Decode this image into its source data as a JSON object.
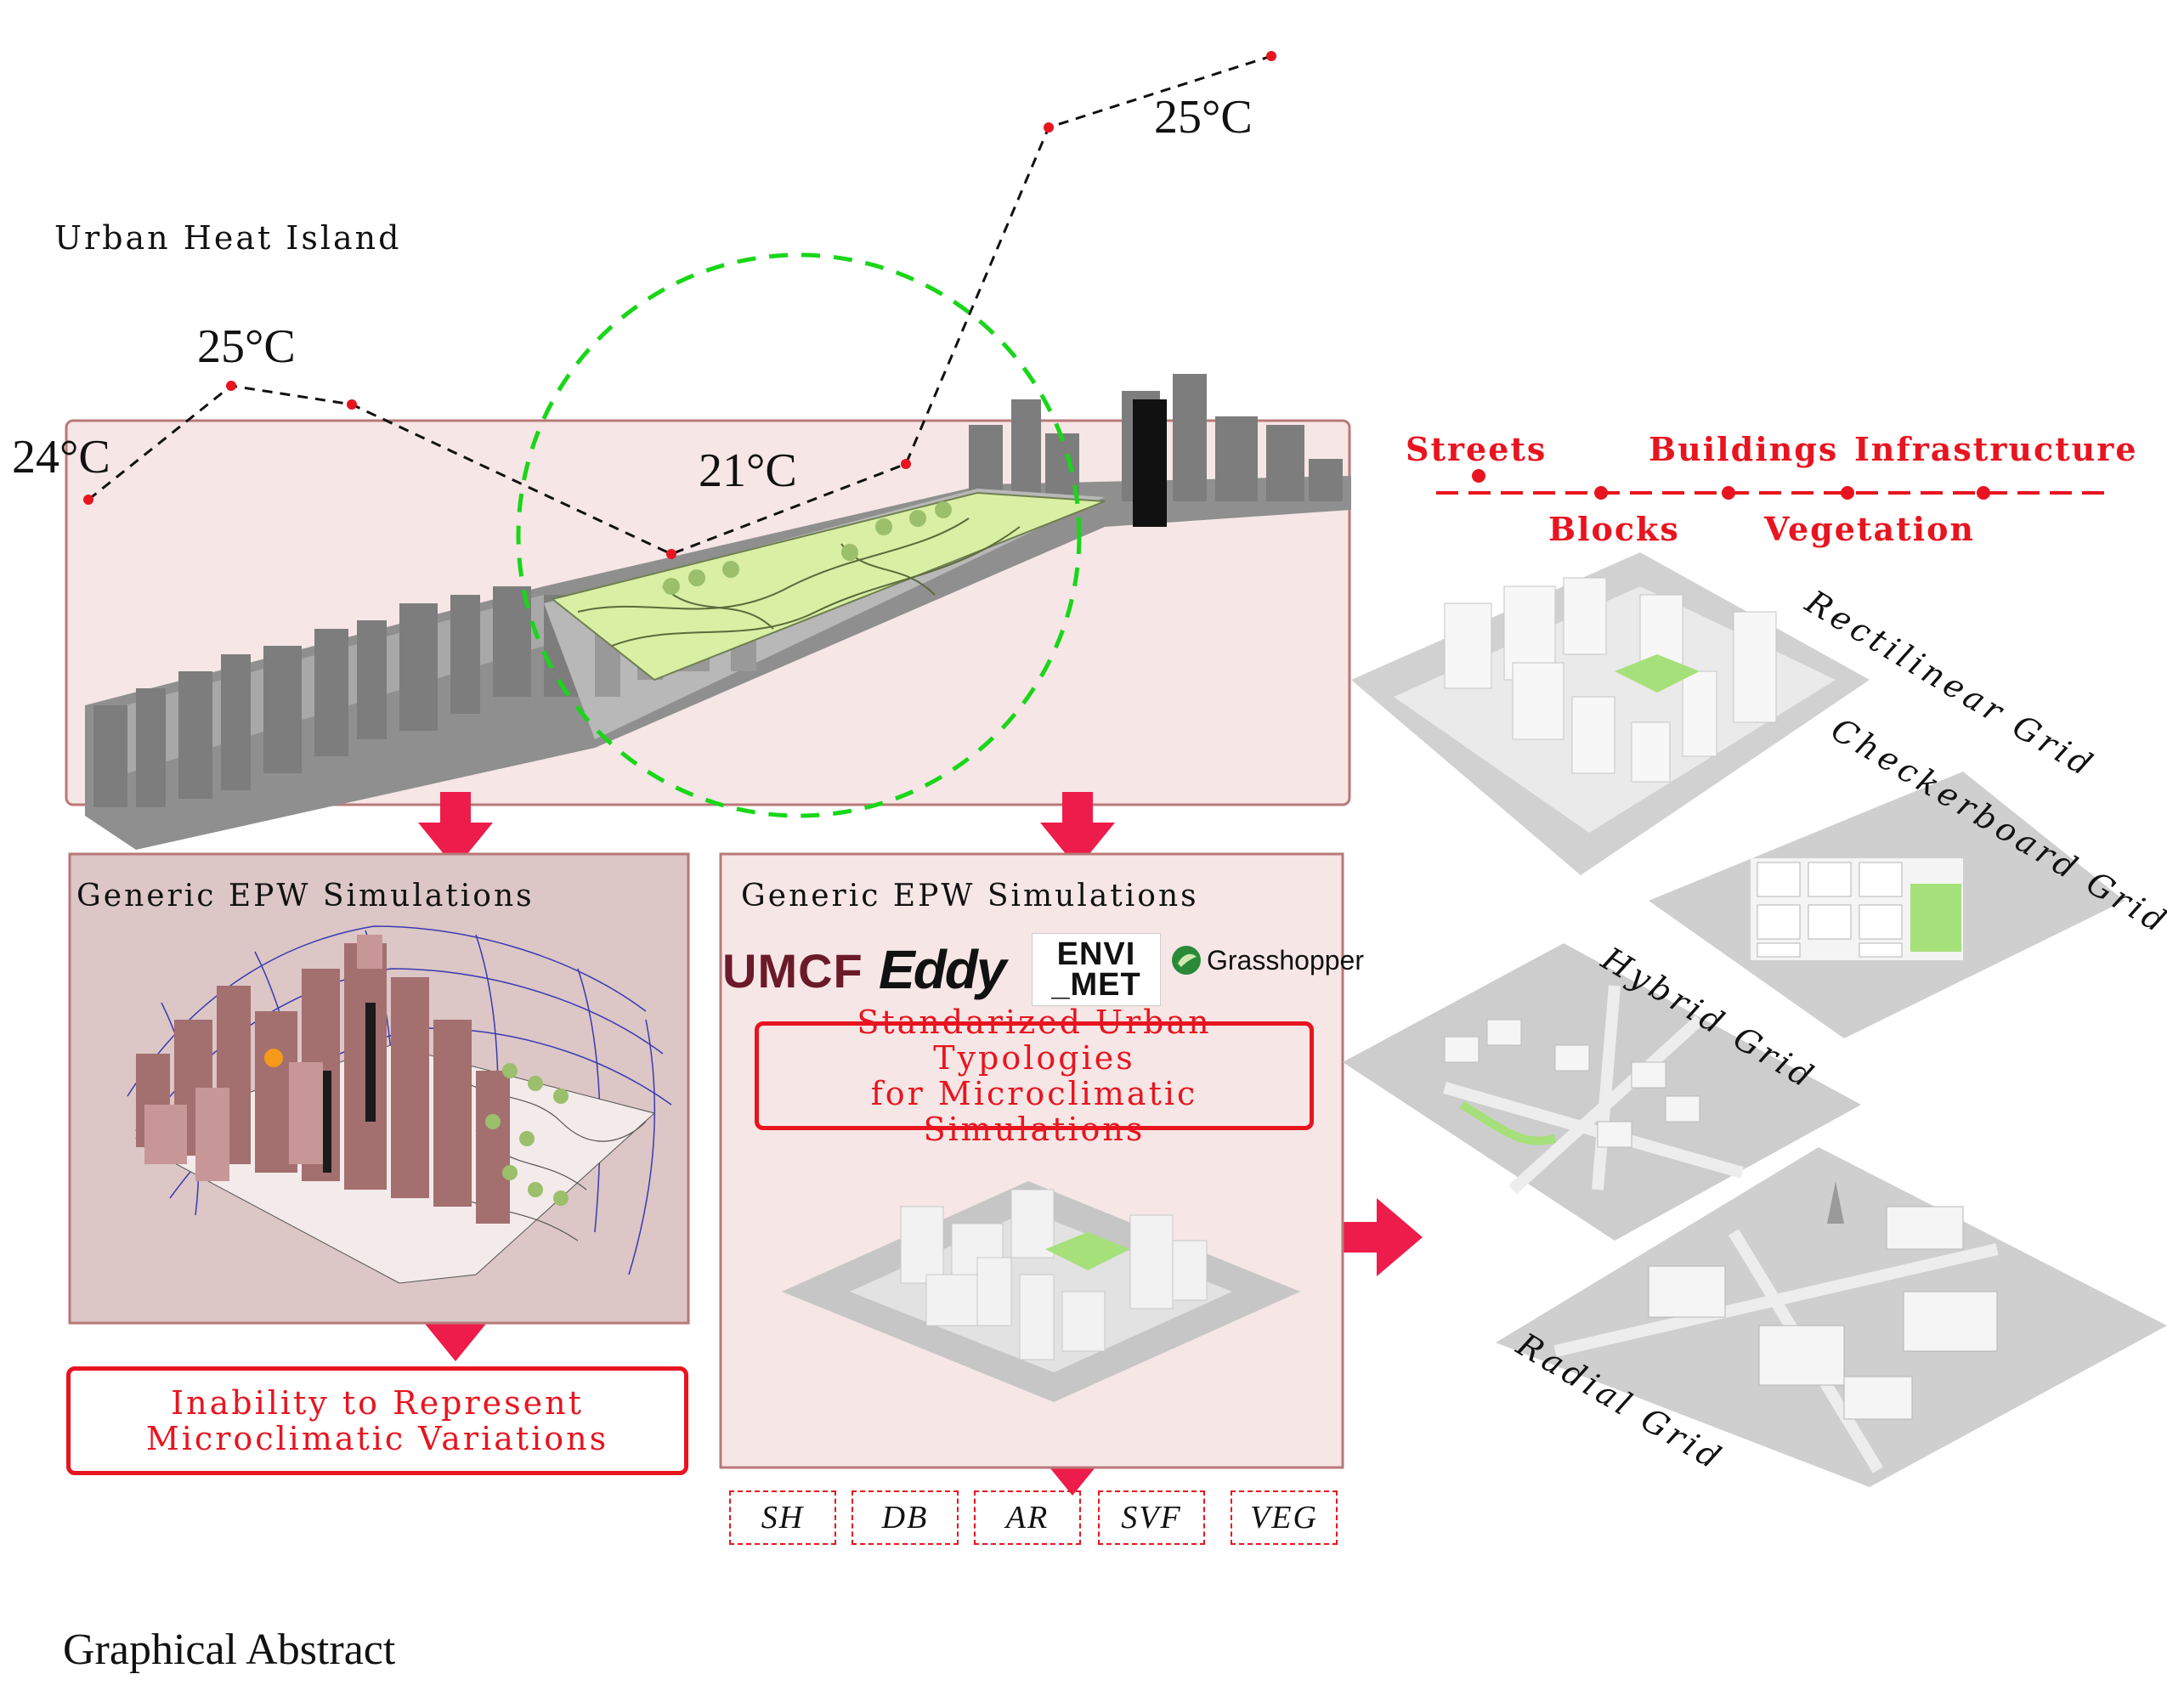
{
  "header": {
    "title": "Urban Heat Island"
  },
  "temperatures": {
    "left": "24°C",
    "left_peak": "25°C",
    "center": "21°C",
    "right": "25°C"
  },
  "panels": {
    "left": {
      "title": "Generic EPW Simulations",
      "outcome": [
        "Inability to Represent",
        "Microclimatic Variations"
      ]
    },
    "middle": {
      "title": "Generic EPW Simulations",
      "logos": {
        "umcf": "UMCF",
        "eddy": "Eddy",
        "envimet_line1": "ENVI",
        "envimet_line2": "_MET",
        "grasshopper": "Grasshopper"
      },
      "outcome": [
        "Standarized Urban Typologies",
        "for Microclimatic Simulations"
      ],
      "parameters": [
        "SH",
        "DB",
        "AR",
        "SVF",
        "VEG"
      ]
    }
  },
  "legend": {
    "top": [
      "Streets",
      "Buildings",
      "Infrastructure"
    ],
    "bottom": [
      "Blocks",
      "Vegetation"
    ]
  },
  "grids": [
    "Rectilinear Grid",
    "Checkerboard Grid",
    "Hybrid Grid",
    "Radial Grid"
  ],
  "footer": {
    "caption": "Graphical Abstract"
  },
  "colors": {
    "accent_red": "#e8141f",
    "arrow_pink": "#ee1c4a",
    "panel_pink": "#f6e6e6",
    "panel_mauve": "#dcc6c6",
    "panel_border": "#b97878",
    "park_green": "#d9efa4",
    "circle_green": "#19d619",
    "building_grey": "#9a9a9a",
    "building_pink": "#b88585"
  }
}
